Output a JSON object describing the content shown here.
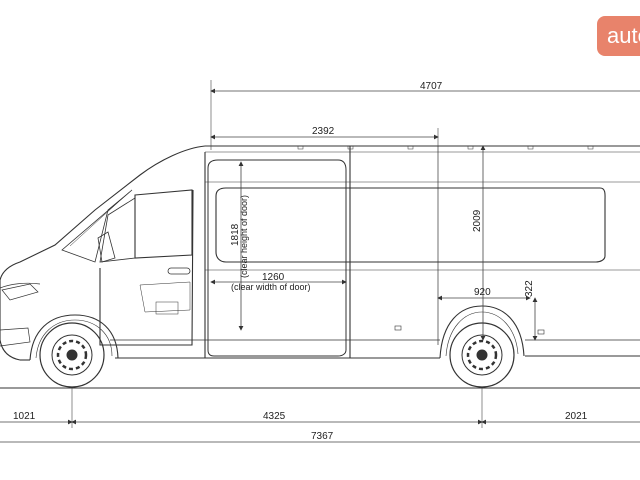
{
  "logo": {
    "text": "auto",
    "color": "#e8836b"
  },
  "dimensions": {
    "overall_length": "7367",
    "front_overhang": "1021",
    "wheelbase": "4325",
    "rear_overhang": "2021",
    "cargo_length": "4707",
    "door_to_cargo_edge": "2392",
    "interior_height": "2009",
    "door_clear_height": "1818",
    "door_clear_height_note": "(clear height of door)",
    "door_clear_width": "1260",
    "door_clear_width_note": "(clear width of door)",
    "wheel_arch_width": "920",
    "wheel_arch_height": "322"
  },
  "colors": {
    "line": "#333333",
    "dim_line": "#444444",
    "background": "#ffffff"
  }
}
